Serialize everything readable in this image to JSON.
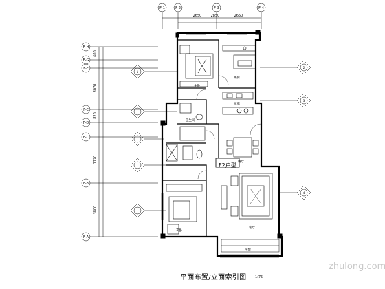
{
  "drawing": {
    "caption": "平面布置/立面索引图",
    "scale_note": "1:75",
    "unit_label": "F2户型",
    "watermark": "zhulong.com"
  },
  "axes_top": [
    "F-1",
    "F-2",
    "F-3",
    "F-4"
  ],
  "axes_left": [
    "F-H",
    "F-G",
    "F-F",
    "F-E",
    "F-D",
    "F-C",
    "F-B",
    "F-A"
  ],
  "dims_top": [
    "2650",
    "2850",
    "2650"
  ],
  "dims_left": [
    "600",
    "3070",
    "820",
    "1770",
    "3800"
  ],
  "rooms": [
    "主卧",
    "书房",
    "厨房",
    "卫生间",
    "餐厅",
    "客厅",
    "次卧",
    "阳台"
  ],
  "elevation_marks": [
    "1",
    "2",
    "3",
    "4"
  ]
}
